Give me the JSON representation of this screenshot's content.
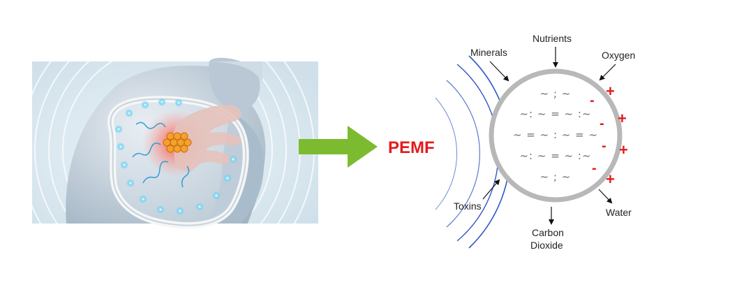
{
  "diagram": {
    "pemf_label": "PEMF",
    "labels": {
      "nutrients": "Nutrients",
      "minerals": "Minerals",
      "oxygen": "Oxygen",
      "toxins": "Toxins",
      "carbon_dioxide_line1": "Carbon",
      "carbon_dioxide_line2": "Dioxide",
      "water": "Water"
    },
    "signs": {
      "plus": "+",
      "minus": "-"
    },
    "cell_rows": [
      "~ ; ~",
      "~: ~ = ~ :~",
      "~ = ~ : ~ = ~",
      "~: ~ = ~ :~",
      "~ ; ~"
    ],
    "colors": {
      "arrow": "#7cbb2f",
      "pemf_text": "#e31b1b",
      "signs": "#e31b1b",
      "field_lines": "#2f56c8",
      "cell_ring": "#b8b8b8",
      "photo_bg": "#dbe8f0",
      "glow_dots": "#5ec8ef"
    }
  }
}
